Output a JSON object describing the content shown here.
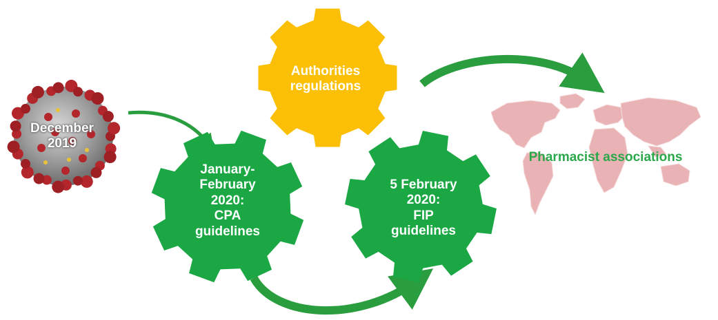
{
  "colors": {
    "green_gear": "#1aa744",
    "yellow_gear": "#fbbf06",
    "arrow_green": "#2a9d3f",
    "map_pink": "#e9b2b5",
    "label_green": "#2aa84a",
    "virus_red": "#b3262c",
    "virus_grey": "#8c8c8c"
  },
  "nodes": {
    "virus": {
      "icon": "coronavirus-icon",
      "lines": [
        "December",
        "2019"
      ]
    },
    "cpa_gear": {
      "lines": [
        "January-",
        "February",
        "2020:",
        "CPA",
        "guidelines"
      ]
    },
    "authorities_gear": {
      "lines": [
        "Authorities",
        "regulations"
      ]
    },
    "fip_gear": {
      "lines": [
        "5 February",
        "2020:",
        "FIP",
        "guidelines"
      ]
    },
    "world_map": {
      "icon": "world-map-icon",
      "label": "Pharmacist associations"
    }
  }
}
